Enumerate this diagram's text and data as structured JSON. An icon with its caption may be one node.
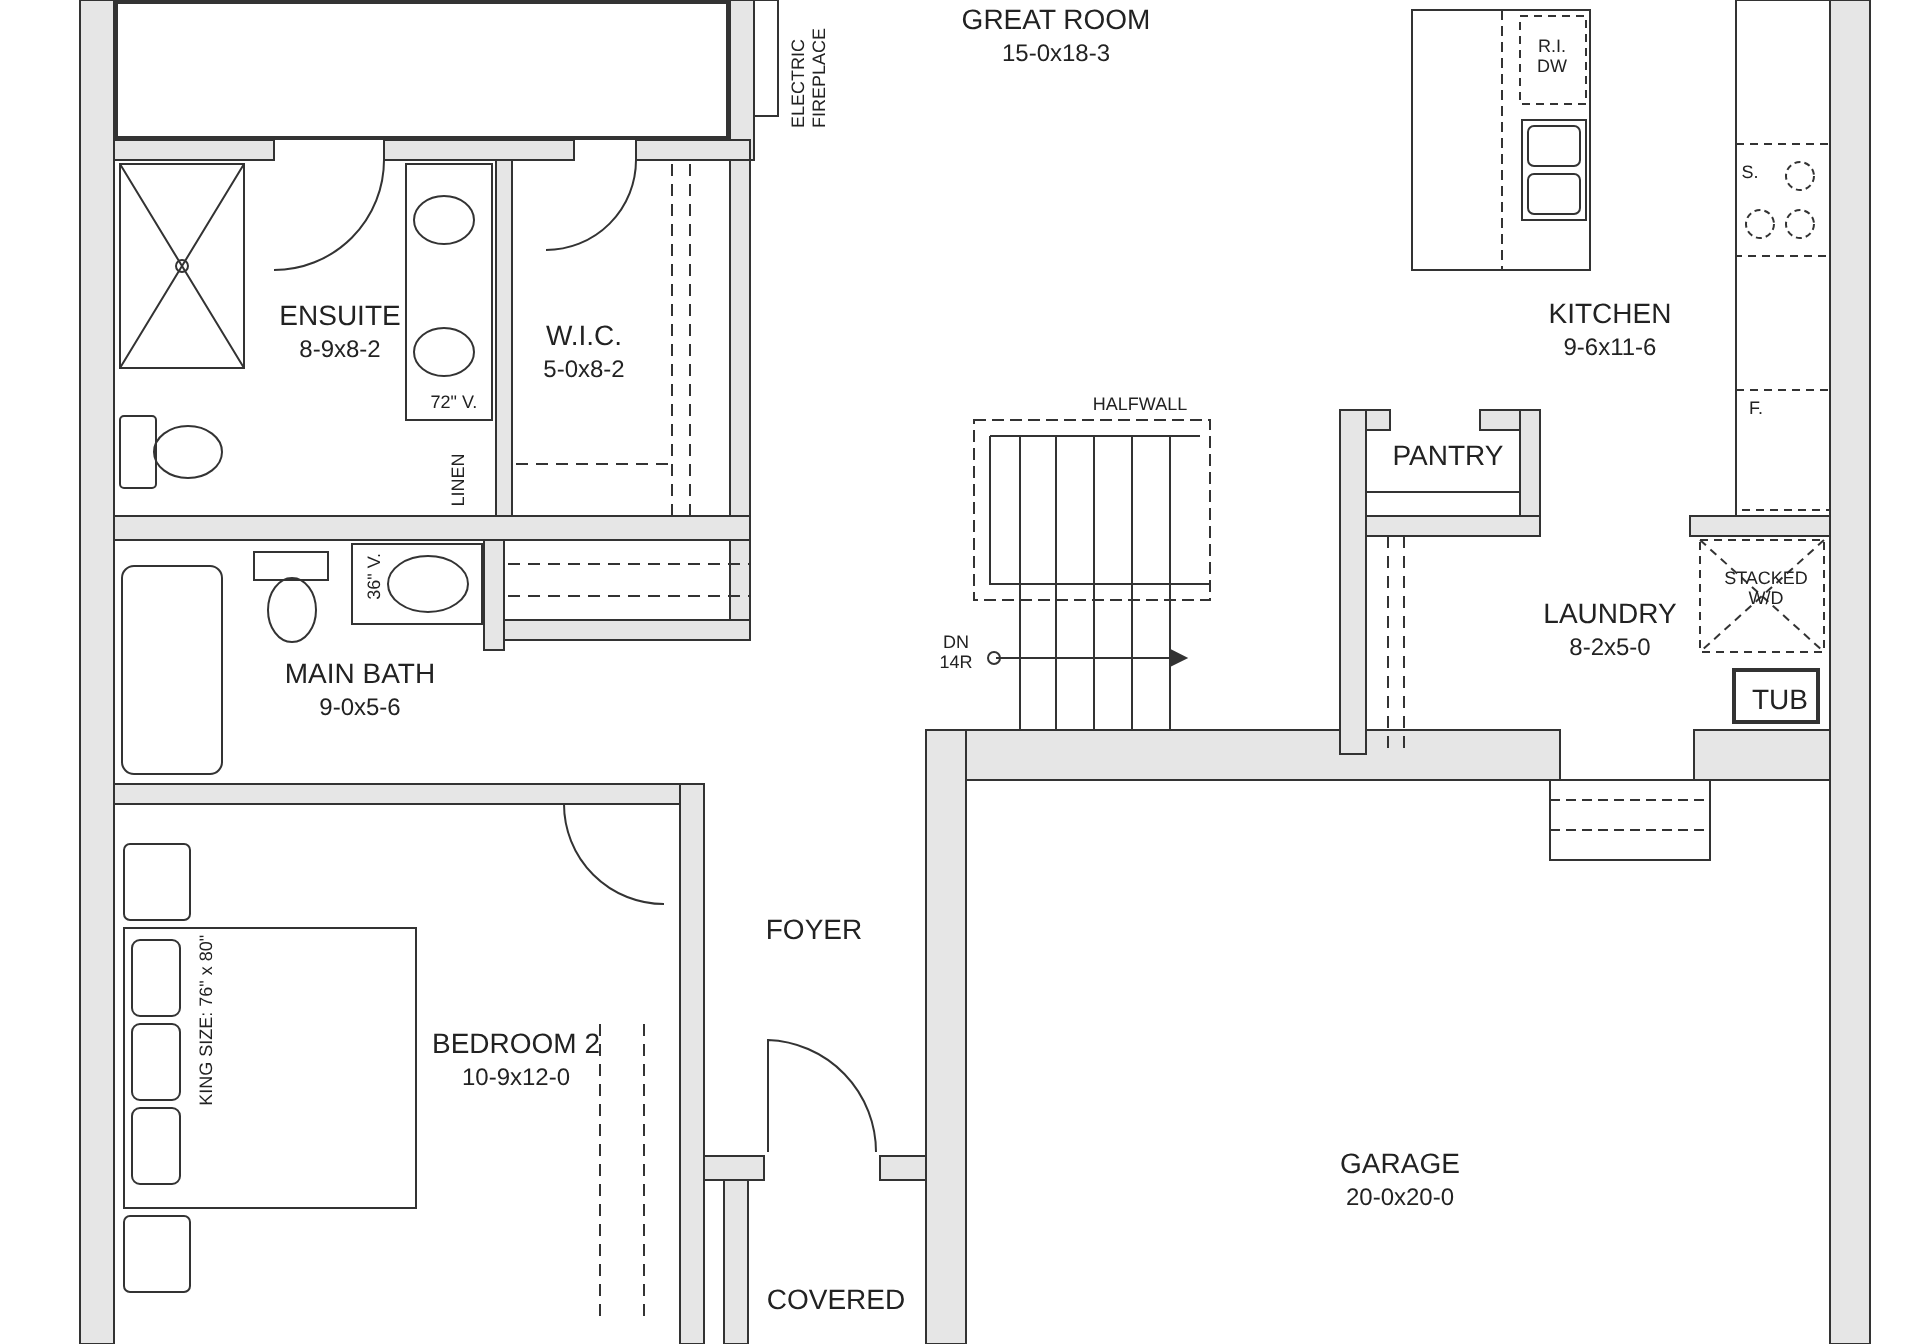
{
  "diagram": {
    "nodes": [
      {
        "text": [],
        "shape": "box"
      },
      {
        "text": [
          "GREAT ROOM",
          "15-0x18-3"
        ]
      },
      {
        "text": [
          "KITCHEN",
          "9-6x11-6"
        ]
      },
      {
        "text": [
          "ENSUITE",
          "8-9x8-2"
        ]
      },
      {
        "text": [
          "LINEN"
        ],
        "in": 3
      },
      {
        "text": [
          "W.I.C.",
          "5-0x8-2"
        ]
      },
      {
        "text": [
          "PANTRY"
        ]
      },
      {
        "text": [
          "LAUNDRY",
          "8-2x5-0"
        ]
      },
      {
        "text": [
          "TUB"
        ],
        "in": 7
      },
      {
        "text": [
          "MAIN BATH",
          "9-0x5-6"
        ]
      },
      {
        "text": [
          "FOYER"
        ]
      },
      {
        "text": [
          "BEDROOM 2",
          "10-9x12-0"
        ]
      },
      {
        "text": [
          "GARAGE",
          "20-0x20-0"
        ]
      },
      {
        "text": [
          "COVERED"
        ]
      }
    ],
    "labels": [
      "R.I. DW",
      "ELECTRIC FIREPLACE",
      "S.",
      "72\" V.",
      "HALFWALL",
      "F.",
      "36\" V.",
      "STACKED W/D",
      "DN 14R",
      "KING SIZE: 76\" x 80\""
    ]
  }
}
